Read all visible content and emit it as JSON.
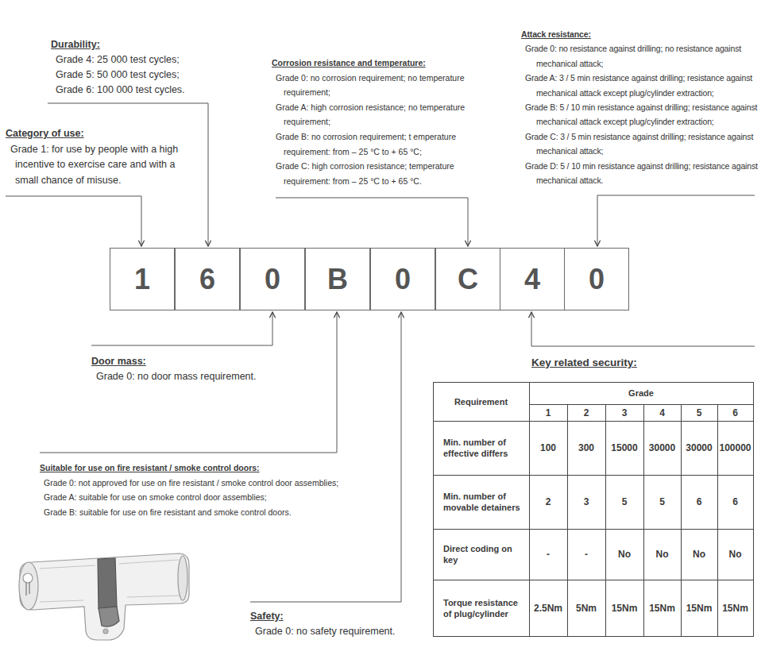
{
  "diagram": {
    "nodes": [
      {
        "text": [
          "1"
        ]
      },
      {
        "text": [
          "6"
        ]
      },
      {
        "text": [
          "0"
        ]
      },
      {
        "text": [
          "B"
        ]
      },
      {
        "text": [
          "0"
        ]
      },
      {
        "text": [
          "C"
        ]
      },
      {
        "text": [
          "4"
        ]
      },
      {
        "text": [
          "0"
        ]
      }
    ],
    "labels": [
      "Durability:",
      "Grade 4: 25 000 test cycles;",
      "Grade 5: 50 000 test cycles;",
      "Grade 6: 100 000 test cycles.",
      "Category of use:",
      "Grade 1: for use by people with a high incentive to exercise care and with a small chance of misuse.",
      "Corrosion resistance and temperature:",
      "Grade 0: no corrosion requirement; no temperature requirement;",
      "Grade A: high corrosion resistance; no temperature requirement;",
      "Grade B: no corrosion requirement; t emperature requirement: from – 25 °C to + 65 °C;",
      "Grade C: high corrosion resistance; temperature requirement: from – 25 °C to + 65 °C.",
      "Attack resistance:",
      "Grade 0: no resistance against drilling; no resistance against mechanical attack;",
      "Grade A: 3 / 5 min resistance against drilling; resistance against mechanical attack except plug/cylinder extraction;",
      "Grade B: 5 / 10 min resistance against drilling; resistance against mechanical attack except plug/cylinder extraction;",
      "Grade C: 3 / 5 min resistance against drilling; resistance against mechanical attack;",
      "Grade D: 5 / 10 min resistance against drilling; resistance against mechanical attack.",
      "Door mass:",
      "Grade 0: no door mass requirement.",
      "Key related security:",
      "Suitable for use on fire resistant / smoke control doors:",
      "Grade 0: not approved for use on fire resistant / smoke control door assemblies;",
      "Grade A: suitable for use on smoke control door assemblies;",
      "Grade B: suitable for use on fire resistant and smoke control doors.",
      "Safety:",
      "Grade 0: no safety requirement.",
      "Requirement",
      "Grade",
      "1",
      "2",
      "3",
      "4",
      "5",
      "6",
      "Min. number of effective differs",
      "100",
      "300",
      "15000",
      "30000",
      "30000",
      "100000",
      "Min. number of movable detainers",
      "2",
      "3",
      "5",
      "5",
      "6",
      "6",
      "Direct coding on key",
      "-",
      "-",
      "No",
      "No",
      "No",
      "No",
      "Torque resistance of plug/cylinder",
      "2.5Nm",
      "5Nm",
      "15Nm",
      "15Nm",
      "15Nm",
      "15Nm"
    ]
  }
}
